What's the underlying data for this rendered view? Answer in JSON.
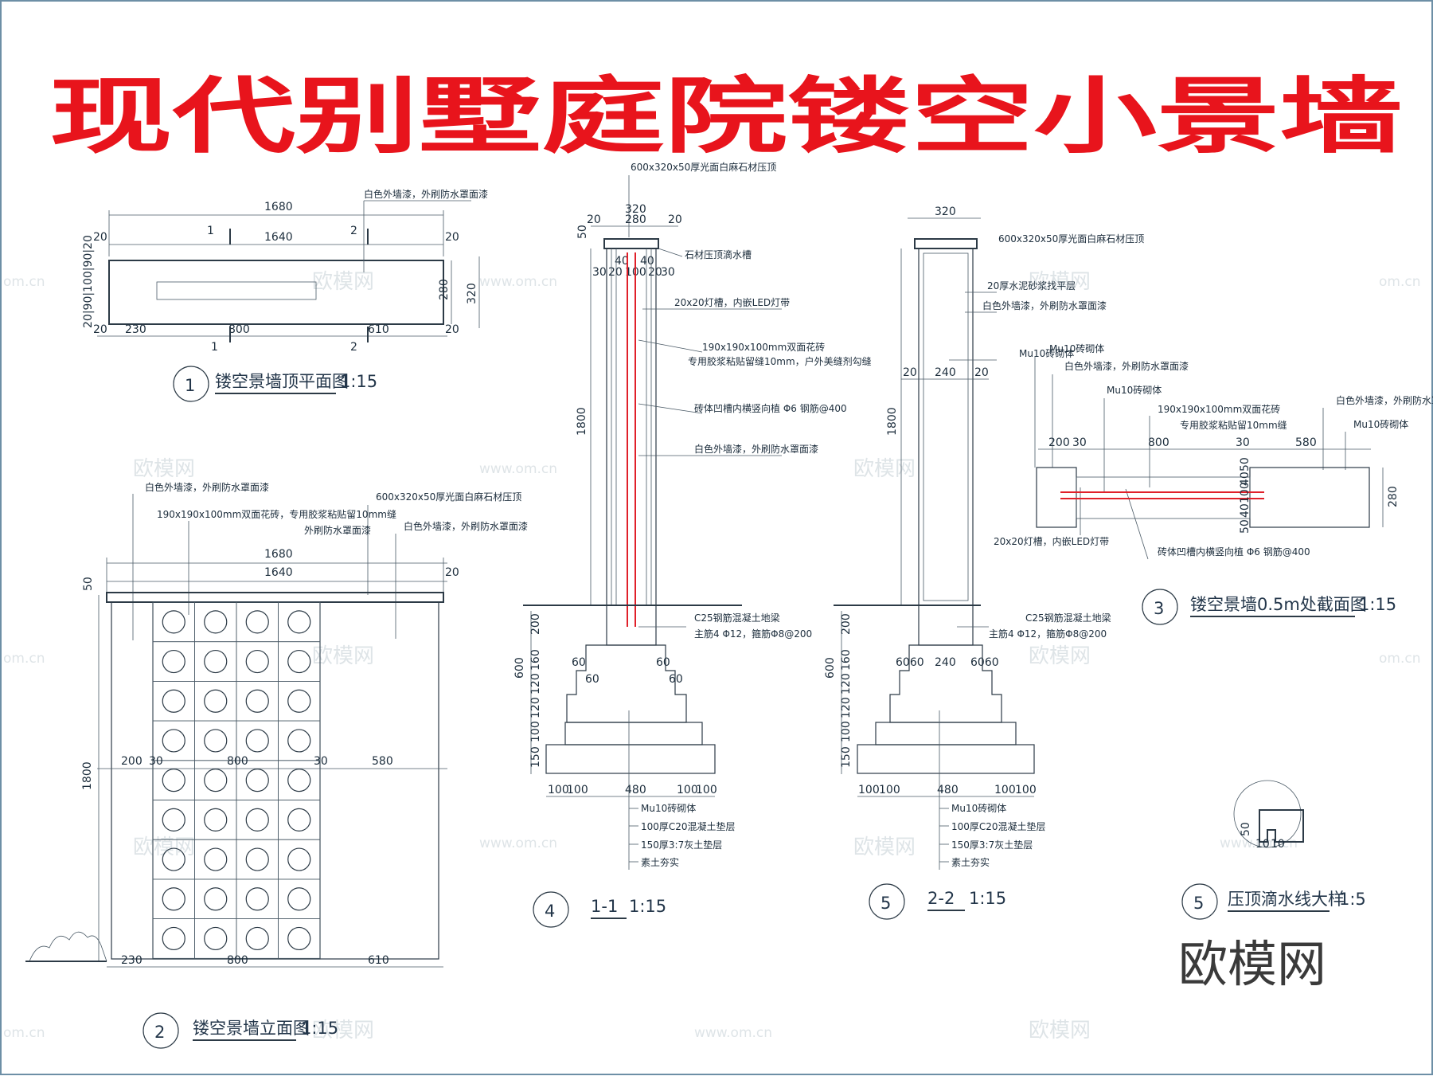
{
  "title": "现代别墅庭院镂空小景墙",
  "brand": "欧模网",
  "watermark": {
    "text": "欧模网",
    "url": "www.om.cn",
    "short": "om.cn"
  },
  "views": {
    "plan": {
      "num": "1",
      "title": "镂空景墙顶平面图",
      "scale": "1:15",
      "dims": {
        "overall": "1680",
        "inner": "1640",
        "edge": "20",
        "left": "230",
        "mid": "800",
        "right": "610",
        "depth": "280",
        "total_depth": "320",
        "left_stack": "20|90|100|90|20"
      },
      "section_marks": [
        "1",
        "2"
      ],
      "note": "白色外墙漆，外刷防水罩面漆"
    },
    "elevation": {
      "num": "2",
      "title": "镂空景墙立面图",
      "scale": "1:15",
      "dims": {
        "overall": "1680",
        "inner": "1640",
        "edge": "20",
        "cap": "50",
        "height": "1800",
        "a": "200",
        "b": "30",
        "c": "800",
        "d": "30",
        "e": "580",
        "bl": "230",
        "bm": "800",
        "br": "610"
      },
      "notes": [
        "白色外墙漆，外刷防水罩面漆",
        "190x190x100mm双面花砖，专用胶浆粘贴留10mm缝",
        "外刷防水罩面漆",
        "600x320x50厚光面白麻石材压顶",
        "白色外墙漆，外刷防水罩面漆"
      ]
    },
    "section_11": {
      "num": "4",
      "title": "1-1",
      "scale": "1:15",
      "dims": {
        "top_cap": "50",
        "w": "320",
        "w2": "280",
        "e": "20",
        "a": "30",
        "b": "20",
        "c": "40",
        "d": "100",
        "h": "1800",
        "f1": "200",
        "f2": "160",
        "f3": "120",
        "f4": "120",
        "f5": "100",
        "f6": "150",
        "ftot": "600",
        "s": "60",
        "bw": "480",
        "bs": "100"
      },
      "notes": [
        "600x320x50厚光面白麻石材压顶",
        "石材压顶滴水槽",
        "20x20灯槽，内嵌LED灯带",
        "190x190x100mm双面花砖",
        "专用胶浆粘贴留缝10mm，户外美缝剂勾缝",
        "砖体凹槽内横竖向植 Φ6 钢筋@400",
        "白色外墙漆，外刷防水罩面漆",
        "C25钢筋混凝土地梁",
        "主筋4 Φ12，箍筋Φ8@200",
        "Mu10砖砌体",
        "100厚C20混凝土垫层",
        "150厚3:7灰土垫层",
        "素土夯实"
      ]
    },
    "section_22": {
      "num": "5",
      "title": "2-2",
      "scale": "1:15",
      "dims": {
        "w": "320",
        "e": "20",
        "m": "240",
        "h": "1800",
        "f1": "200",
        "f2": "160",
        "f3": "120",
        "f4": "120",
        "f5": "100",
        "f6": "150",
        "ftot": "600",
        "s": "6060",
        "bw": "480",
        "bs": "100"
      },
      "notes": [
        "600x320x50厚光面白麻石材压顶",
        "20厚水泥砂浆找平层",
        "白色外墙漆，外刷防水罩面漆",
        "Mu10砖砌体",
        "C25钢筋混凝土地梁",
        "主筋4 Φ12，箍筋Φ8@200",
        "Mu10砖砌体",
        "100厚C20混凝土垫层",
        "150厚3:7灰土垫层",
        "素土夯实"
      ]
    },
    "section_05": {
      "num": "3",
      "title": "镂空景墙0.5m处截面图",
      "scale": "1:15",
      "dims": {
        "a": "200",
        "b": "30",
        "c": "800",
        "d": "30",
        "e": "580",
        "h": "280",
        "s1": "50",
        "s2": "40",
        "s3": "100",
        "s4": "40",
        "s5": "50"
      },
      "notes": [
        "Mu10砖砌体",
        "白色外墙漆，外刷防水罩面漆",
        "Mu10砖砌体",
        "190x190x100mm双面花砖",
        "专用胶浆粘贴留10mm缝",
        "白色外墙漆，外刷防水罩面漆",
        "Mu10砖砌体",
        "20x20灯槽，内嵌LED灯带",
        "砖体凹槽内横竖向植 Φ6 钢筋@400"
      ]
    },
    "drip": {
      "num": "5",
      "title": "压顶滴水线大样",
      "scale": "1:5",
      "dims": {
        "h": "50",
        "a": "10",
        "b": "10"
      }
    }
  }
}
